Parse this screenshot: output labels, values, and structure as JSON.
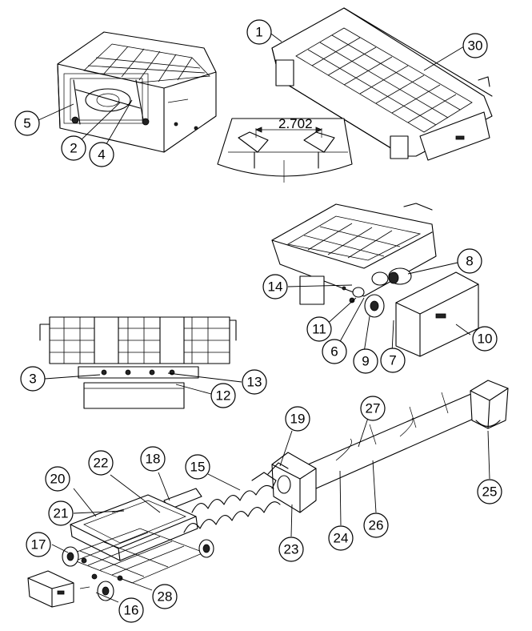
{
  "callouts": [
    {
      "id": "c1",
      "label": "1"
    },
    {
      "id": "c30",
      "label": "30"
    },
    {
      "id": "c5",
      "label": "5"
    },
    {
      "id": "c2",
      "label": "2"
    },
    {
      "id": "c4",
      "label": "4"
    },
    {
      "id": "c8",
      "label": "8"
    },
    {
      "id": "c14",
      "label": "14"
    },
    {
      "id": "c11",
      "label": "11"
    },
    {
      "id": "c6",
      "label": "6"
    },
    {
      "id": "c9",
      "label": "9"
    },
    {
      "id": "c7",
      "label": "7"
    },
    {
      "id": "c10",
      "label": "10"
    },
    {
      "id": "c3",
      "label": "3"
    },
    {
      "id": "c13",
      "label": "13"
    },
    {
      "id": "c12",
      "label": "12"
    },
    {
      "id": "c19",
      "label": "19"
    },
    {
      "id": "c27",
      "label": "27"
    },
    {
      "id": "c18",
      "label": "18"
    },
    {
      "id": "c22",
      "label": "22"
    },
    {
      "id": "c15",
      "label": "15"
    },
    {
      "id": "c20",
      "label": "20"
    },
    {
      "id": "c21",
      "label": "21"
    },
    {
      "id": "c25",
      "label": "25"
    },
    {
      "id": "c23",
      "label": "23"
    },
    {
      "id": "c24",
      "label": "24"
    },
    {
      "id": "c26",
      "label": "26"
    },
    {
      "id": "c17",
      "label": "17"
    },
    {
      "id": "c28",
      "label": "28"
    },
    {
      "id": "c16",
      "label": "16"
    }
  ],
  "dimension": {
    "value": "2.702"
  }
}
